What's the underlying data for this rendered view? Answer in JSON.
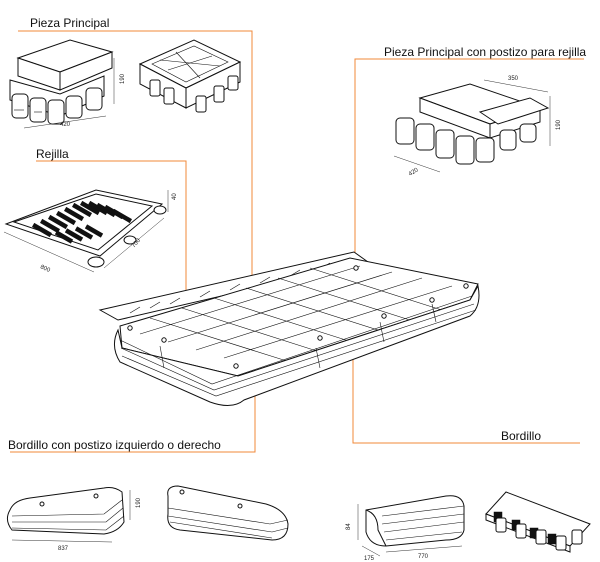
{
  "labels": {
    "pieza_principal": "Pieza Principal",
    "pieza_principal_postizo": "Pieza Principal con postizo para rejilla",
    "rejilla": "Rejilla",
    "bordillo_postizo": "Bordillo con postizo izquierdo o derecho",
    "bordillo": "Bordillo"
  },
  "dimensions": {
    "pieza_principal_height": "190",
    "pieza_principal_width": "420",
    "postizo_top": "350",
    "postizo_height": "190",
    "postizo_width": "420",
    "rejilla_height": "40",
    "rejilla_depth": "700",
    "rejilla_width": "800",
    "bordillo_postizo_height": "190",
    "bordillo_postizo_length": "837",
    "bordillo_height": "84",
    "bordillo_depth": "175",
    "bordillo_length": "770"
  },
  "colors": {
    "leader_line": "#f0883a",
    "line": "#111111"
  }
}
